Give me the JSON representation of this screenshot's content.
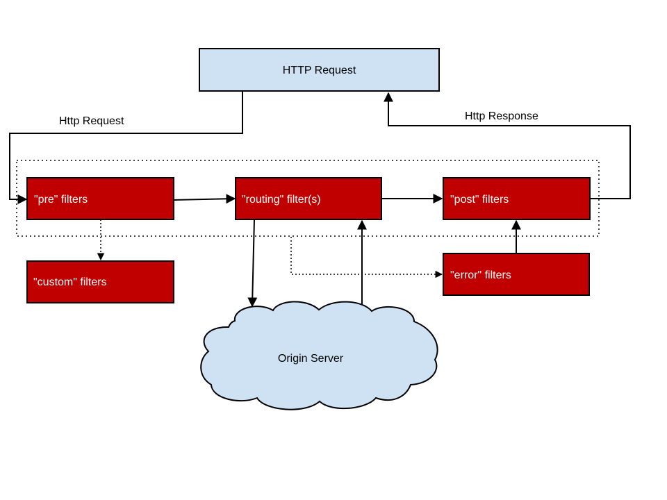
{
  "nodes": {
    "http_request": "HTTP Request",
    "pre_filters": "\"pre\" filters",
    "routing_filters": "\"routing\" filter(s)",
    "post_filters": "\"post\" filters",
    "custom_filters": "\"custom\" filters",
    "error_filters": "\"error\" filters",
    "origin_server": "Origin Server"
  },
  "edge_labels": {
    "request": "Http Request",
    "response": "Http Response"
  },
  "colors": {
    "filter_fill": "#c00000",
    "request_fill": "#cfe2f3",
    "cloud_fill": "#cfe2f3",
    "stroke": "#000000"
  }
}
